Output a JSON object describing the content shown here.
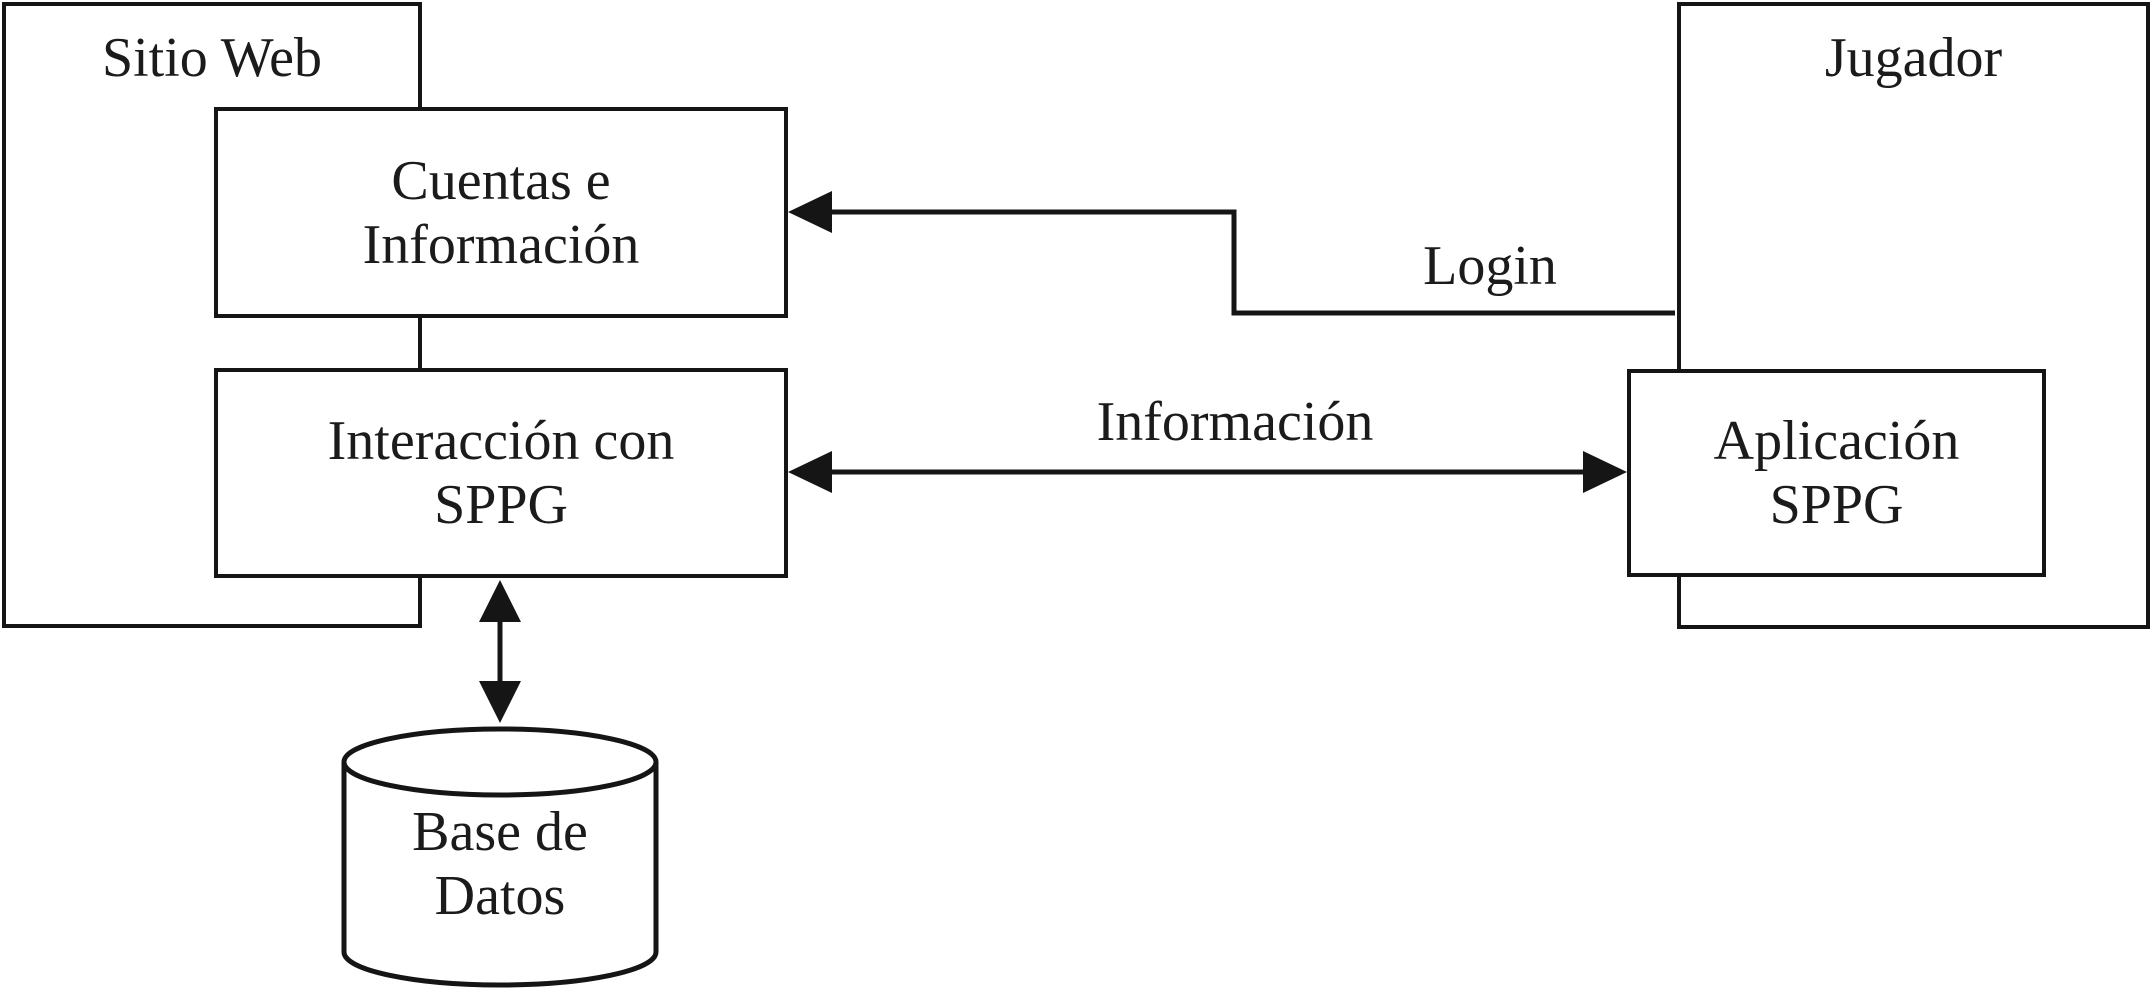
{
  "diagram_type": "system-architecture-block-diagram",
  "containers": {
    "sitio_web": {
      "label": "Sitio Web"
    },
    "jugador": {
      "label": "Jugador"
    }
  },
  "nodes": {
    "cuentas": {
      "lines": [
        "Cuentas e",
        "Información"
      ]
    },
    "interaccion": {
      "lines": [
        "Interacción con",
        "SPPG"
      ]
    },
    "aplicacion": {
      "lines": [
        "Aplicación",
        "SPPG"
      ]
    },
    "base_de_datos": {
      "lines": [
        "Base de",
        "Datos"
      ]
    }
  },
  "edges": {
    "login": {
      "label": "Login",
      "direction": "one-way-into-cuentas"
    },
    "informacion": {
      "label": "Información",
      "direction": "two-way"
    },
    "database_link": {
      "label": "",
      "direction": "two-way"
    }
  },
  "colors": {
    "line": "#151515",
    "text": "#1b1b1b",
    "box_fill": "#ffffff",
    "background": "#ffffff"
  }
}
